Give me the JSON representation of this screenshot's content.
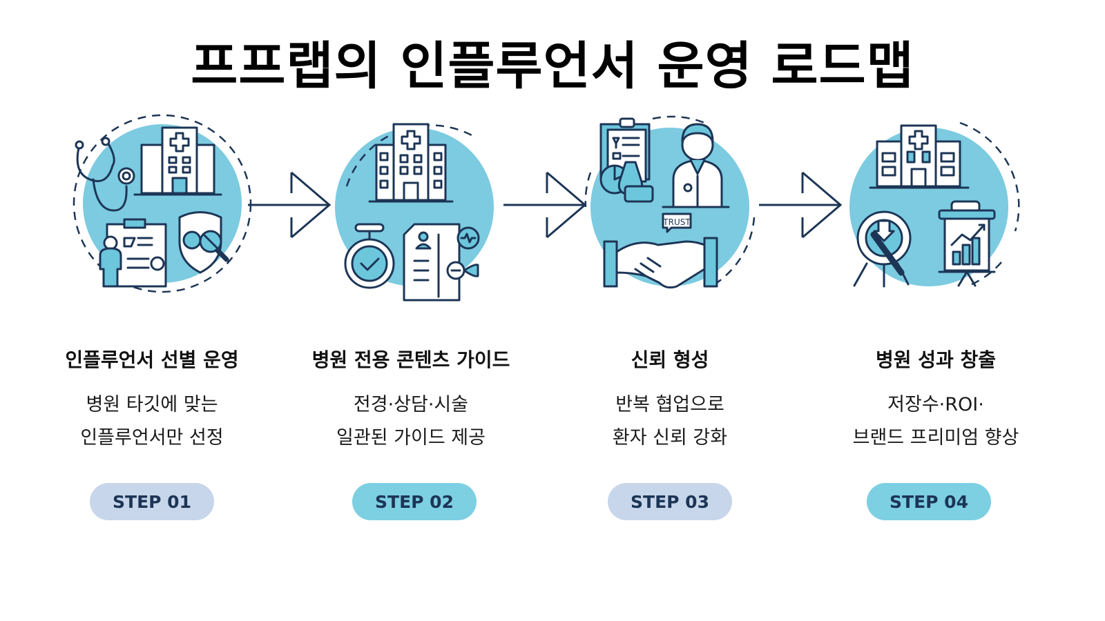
{
  "title": "프프랩의 인플루언서 운영 로드맵",
  "colors": {
    "accent_circle": "#7ccbe0",
    "ink": "#1c3556",
    "badge_light": "#c7d6ea",
    "badge_teal": "#7dcfe2"
  },
  "steps": [
    {
      "title": "인플루언서 선별 운영",
      "desc_lines": [
        "병원 타깃에 맞는",
        "인플루언서만 선정"
      ],
      "badge": "STEP 01",
      "icons": [
        "stethoscope-icon",
        "hospital-icon",
        "clipboard-person-icon",
        "shield-magnifier-icon"
      ]
    },
    {
      "title": "병원 전용 콘텐츠 가이드",
      "desc_lines": [
        "전경·상담·시술",
        "일관된 가이드 제공"
      ],
      "badge": "STEP 02",
      "icons": [
        "hospital-icon",
        "stopwatch-check-icon",
        "profile-document-icon"
      ]
    },
    {
      "title": "신뢰 형성",
      "desc_lines": [
        "반복 협업으로",
        "환자 신뢰 강화"
      ],
      "badge": "STEP 03",
      "trust_label": "TRUST",
      "icons": [
        "clipboard-chart-icon",
        "doctor-icon",
        "handshake-icon"
      ]
    },
    {
      "title": "병원 성과 창출",
      "desc_lines": [
        "저장수·ROI·",
        "브랜드 프리미엄 향상"
      ],
      "badge": "STEP 04",
      "icons": [
        "hospital-icon",
        "target-icon",
        "presentation-chart-icon"
      ]
    }
  ]
}
